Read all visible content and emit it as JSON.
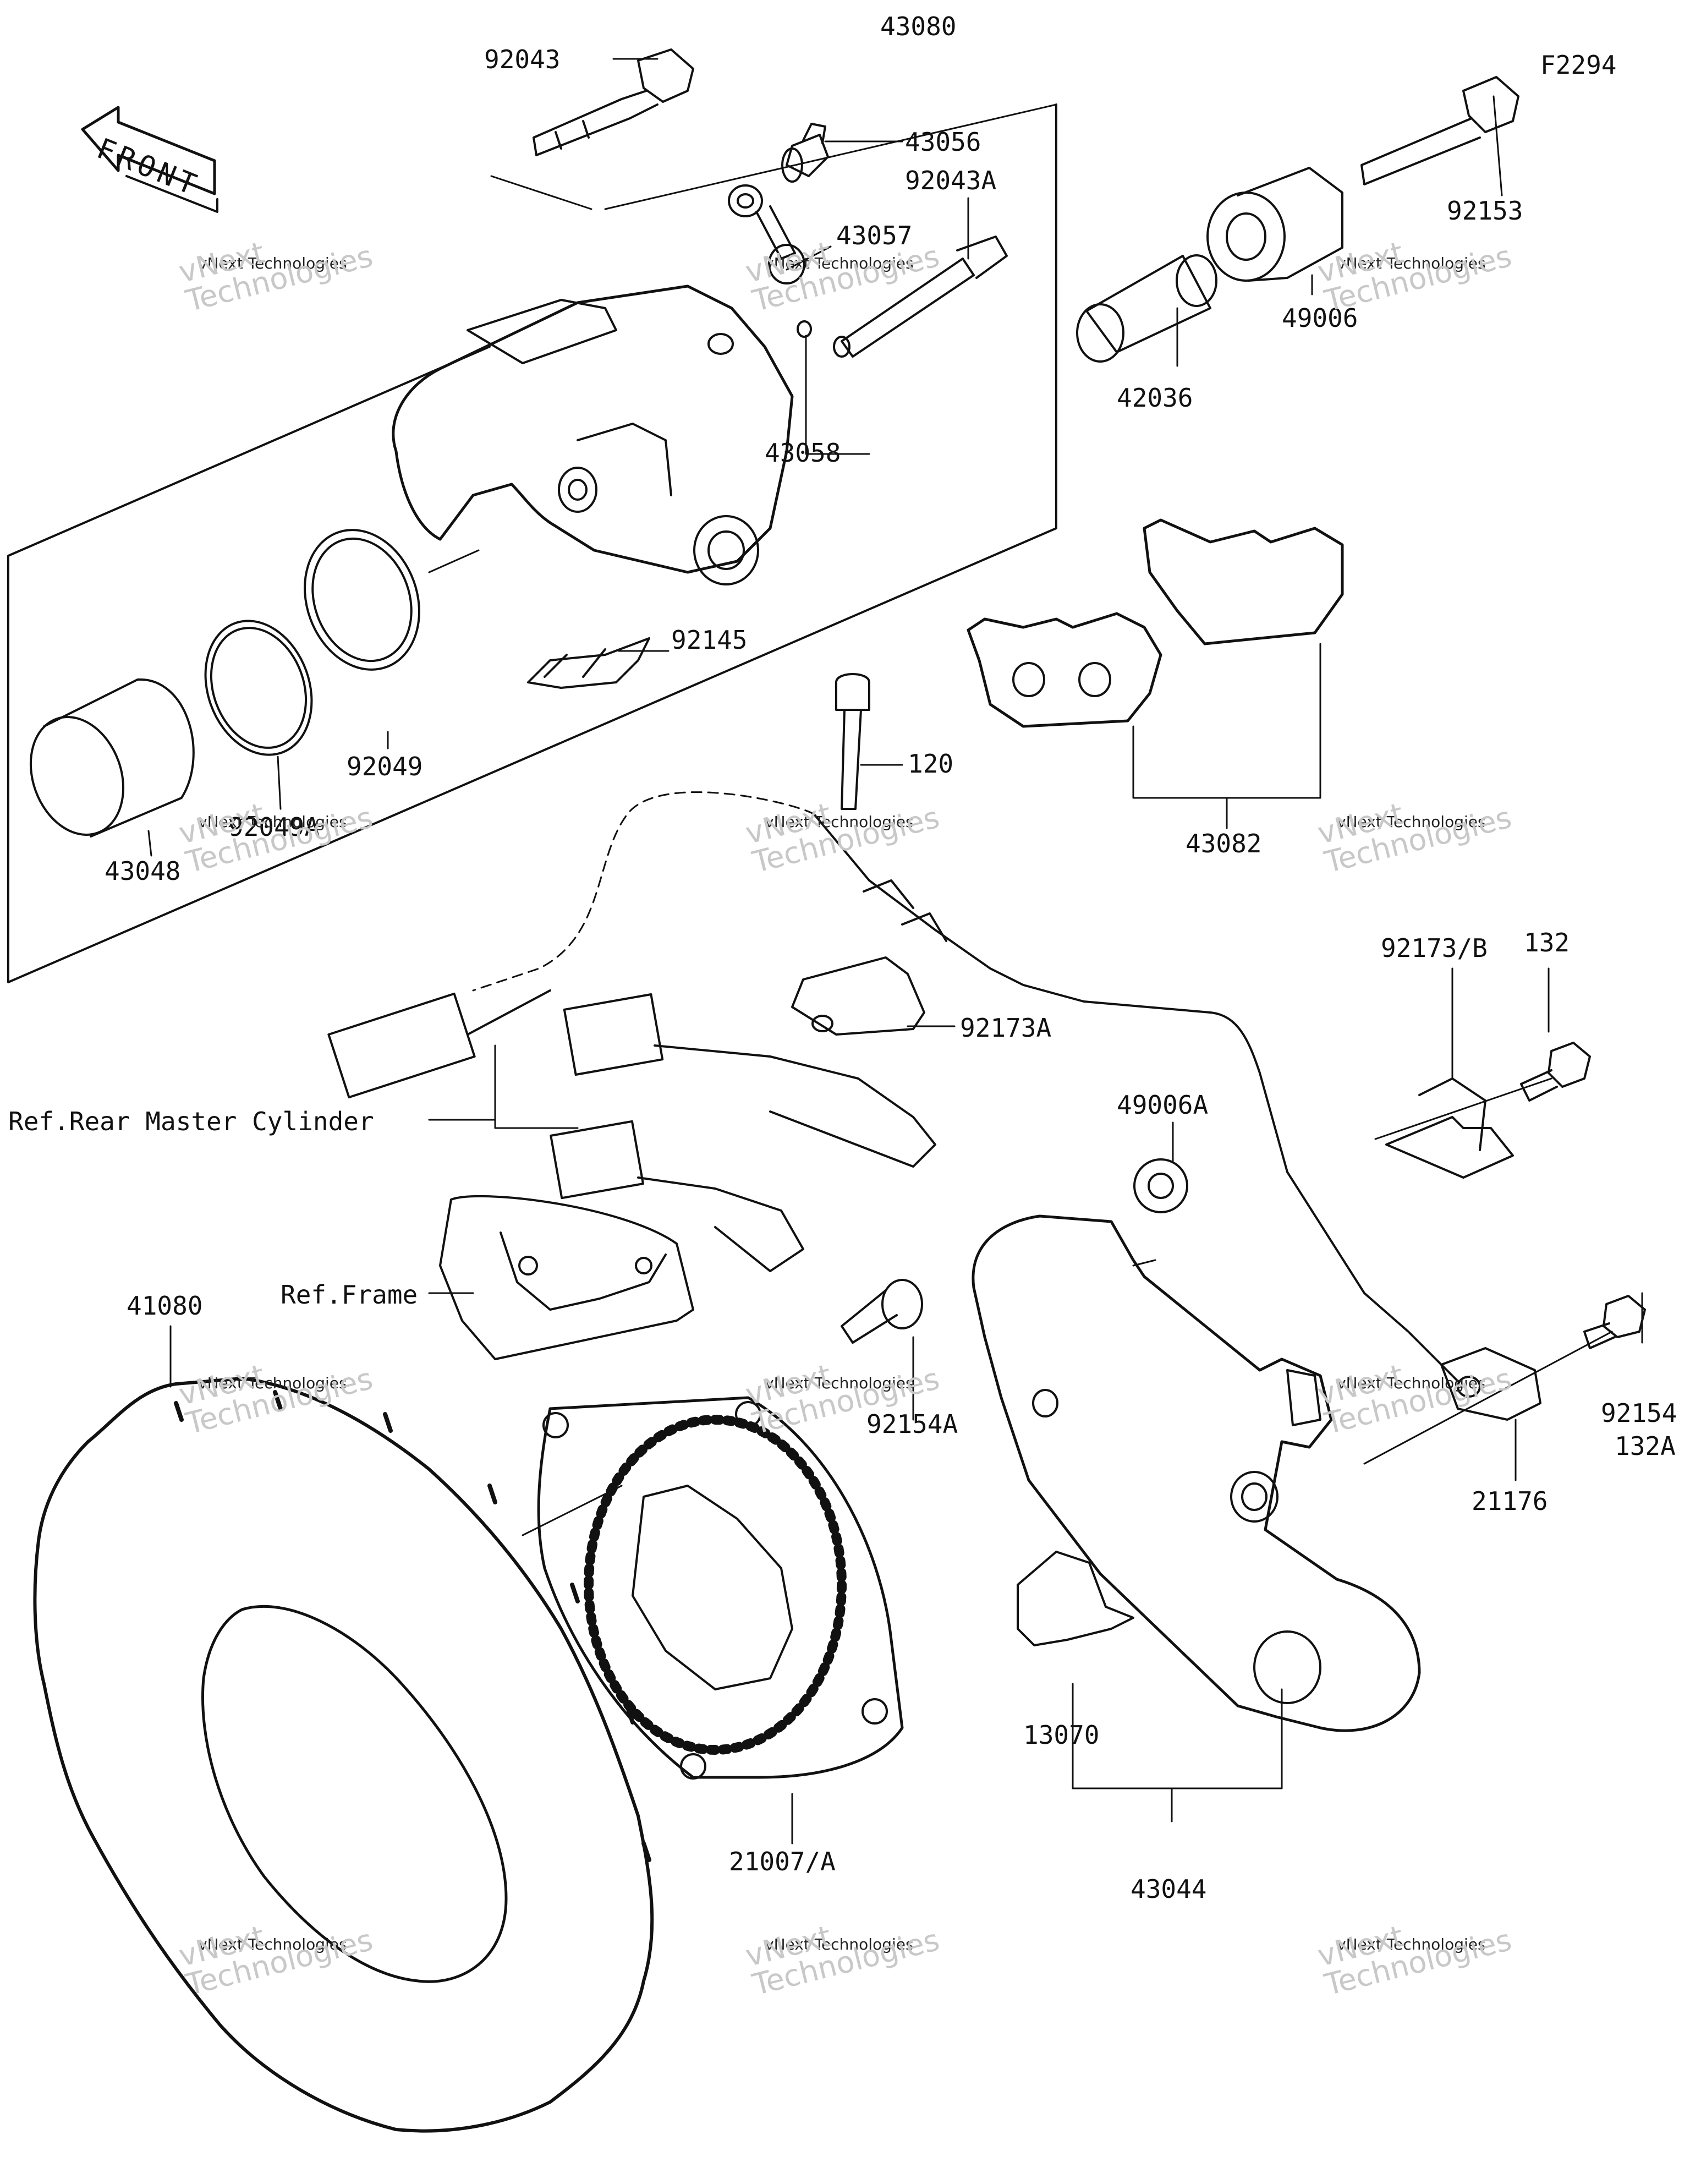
{
  "diagram_code": "F2294",
  "front_label": "FRONT",
  "parts": [
    {
      "id": "p43080",
      "number": "43080"
    },
    {
      "id": "p92043",
      "number": "92043"
    },
    {
      "id": "p43056",
      "number": "43056"
    },
    {
      "id": "p92043A",
      "number": "92043A"
    },
    {
      "id": "p43057",
      "number": "43057"
    },
    {
      "id": "p42036",
      "number": "42036"
    },
    {
      "id": "p43058",
      "number": "43058"
    },
    {
      "id": "p49006",
      "number": "49006"
    },
    {
      "id": "p92153",
      "number": "92153"
    },
    {
      "id": "p92145",
      "number": "92145"
    },
    {
      "id": "p92049",
      "number": "92049"
    },
    {
      "id": "p92049A",
      "number": "92049A"
    },
    {
      "id": "p43048",
      "number": "43048"
    },
    {
      "id": "p120",
      "number": "120"
    },
    {
      "id": "p43082",
      "number": "43082"
    },
    {
      "id": "p92173B",
      "number": "92173/B"
    },
    {
      "id": "p132",
      "number": "132"
    },
    {
      "id": "p92173A",
      "number": "92173A"
    },
    {
      "id": "p49006A",
      "number": "49006A"
    },
    {
      "id": "pRefMaster",
      "number": "Ref.Rear Master Cylinder"
    },
    {
      "id": "pRefFrame",
      "number": "Ref.Frame"
    },
    {
      "id": "p41080",
      "number": "41080"
    },
    {
      "id": "p92154A",
      "number": "92154A"
    },
    {
      "id": "p92154",
      "number": "92154"
    },
    {
      "id": "p132A",
      "number": "132A"
    },
    {
      "id": "p21176",
      "number": "21176"
    },
    {
      "id": "p21007",
      "number": "21007/A"
    },
    {
      "id": "p13070",
      "number": "13070"
    },
    {
      "id": "p43044",
      "number": "43044"
    }
  ],
  "watermark": {
    "company": "vNext Technologies",
    "big_line1": "vNext",
    "big_line2": "Technologies"
  }
}
